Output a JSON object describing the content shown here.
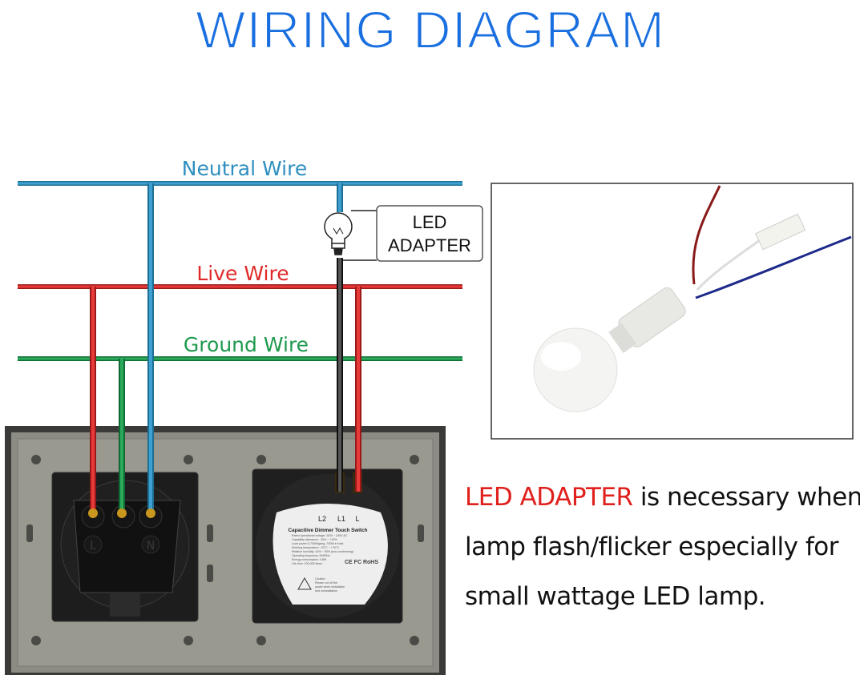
{
  "title": "WIRING DIAGRAM",
  "wires": {
    "neutral": {
      "label": "Neutral Wire",
      "color": "#2f8fc0"
    },
    "live": {
      "label": "Live Wire",
      "color": "#e02a2a"
    },
    "ground": {
      "label": "Ground Wire",
      "color": "#1f9a4e"
    }
  },
  "adapter_box": {
    "line1": "LED",
    "line2": "ADAPTER"
  },
  "socket": {
    "terminals": [
      "L",
      "",
      "N"
    ]
  },
  "switch_label": {
    "terminals": [
      "L2",
      "L1",
      "L"
    ],
    "title": "Capacitive Dimmer Touch Switch",
    "specs": [
      "Rated operational voltage: 110V ~ 240V AC",
      "Capability allowance: -15% ~ +10%",
      "Load power:3-700W/gang, 700W in total",
      "Working temperature: -20°C ~ +70°C",
      "Relative humidity: 10% ~ 93% (non-condensing)",
      "Operating frequency: 50/60Hz",
      "Energy consumption: 0.8W",
      "Life time: 100,000 times"
    ],
    "marks": "CE FC RoHS",
    "caution": [
      "Caution:",
      "Please cut off the",
      "power when installation",
      "and uninstallation"
    ]
  },
  "description": {
    "highlight": "LED ADAPTER",
    "line1_rest": " is necessary when",
    "line2": "lamp flash/flicker especially for",
    "line3": "small wattage LED lamp."
  },
  "colors": {
    "title": "#1a6fe0",
    "highlight": "#e0201c"
  }
}
